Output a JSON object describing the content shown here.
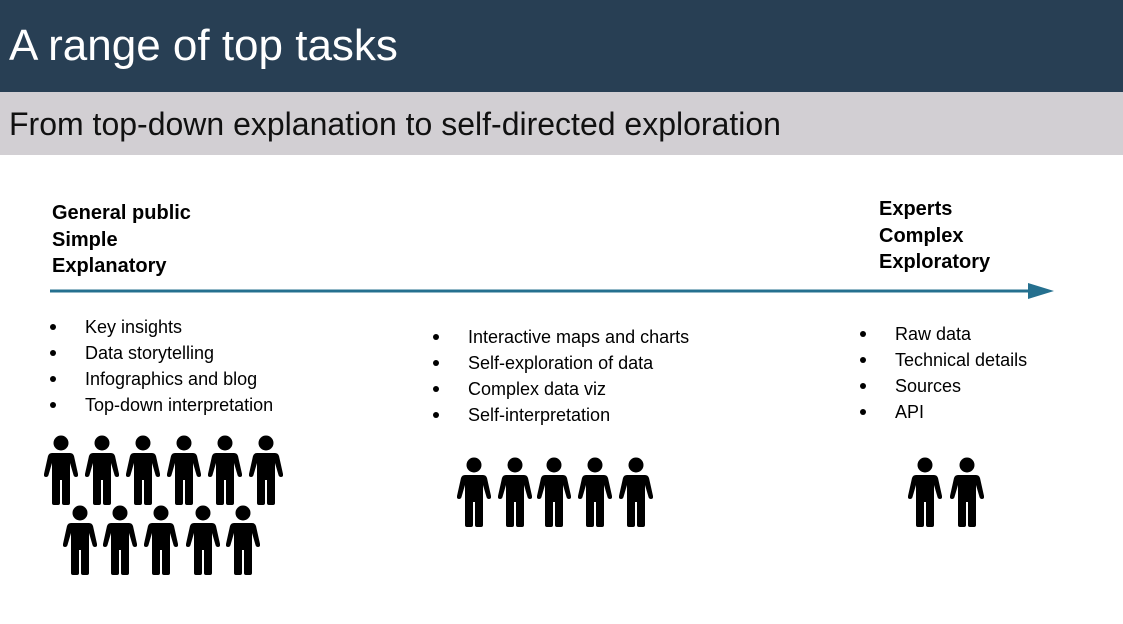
{
  "header": {
    "title": "A range of top tasks",
    "subtitle": "From top-down explanation to self-directed exploration"
  },
  "spectrum": {
    "left_label": [
      "General public",
      "Simple",
      "Explanatory"
    ],
    "right_label": [
      "Experts",
      "Complex",
      "Exploratory"
    ],
    "arrow_color": "#25708f"
  },
  "columns": [
    {
      "bullets": [
        "Key insights",
        "Data storytelling",
        "Infographics and blog",
        "Top-down interpretation"
      ],
      "people_count": 11
    },
    {
      "bullets": [
        "Interactive maps and charts",
        "Self-exploration of data",
        "Complex data viz",
        "Self-interpretation"
      ],
      "people_count": 5
    },
    {
      "bullets": [
        "Raw data",
        "Technical details",
        "Sources",
        "API"
      ],
      "people_count": 2
    }
  ],
  "icons": {
    "person": "person-icon"
  },
  "colors": {
    "title_bg": "#283f54",
    "subtitle_bg": "#d2cfd3"
  }
}
